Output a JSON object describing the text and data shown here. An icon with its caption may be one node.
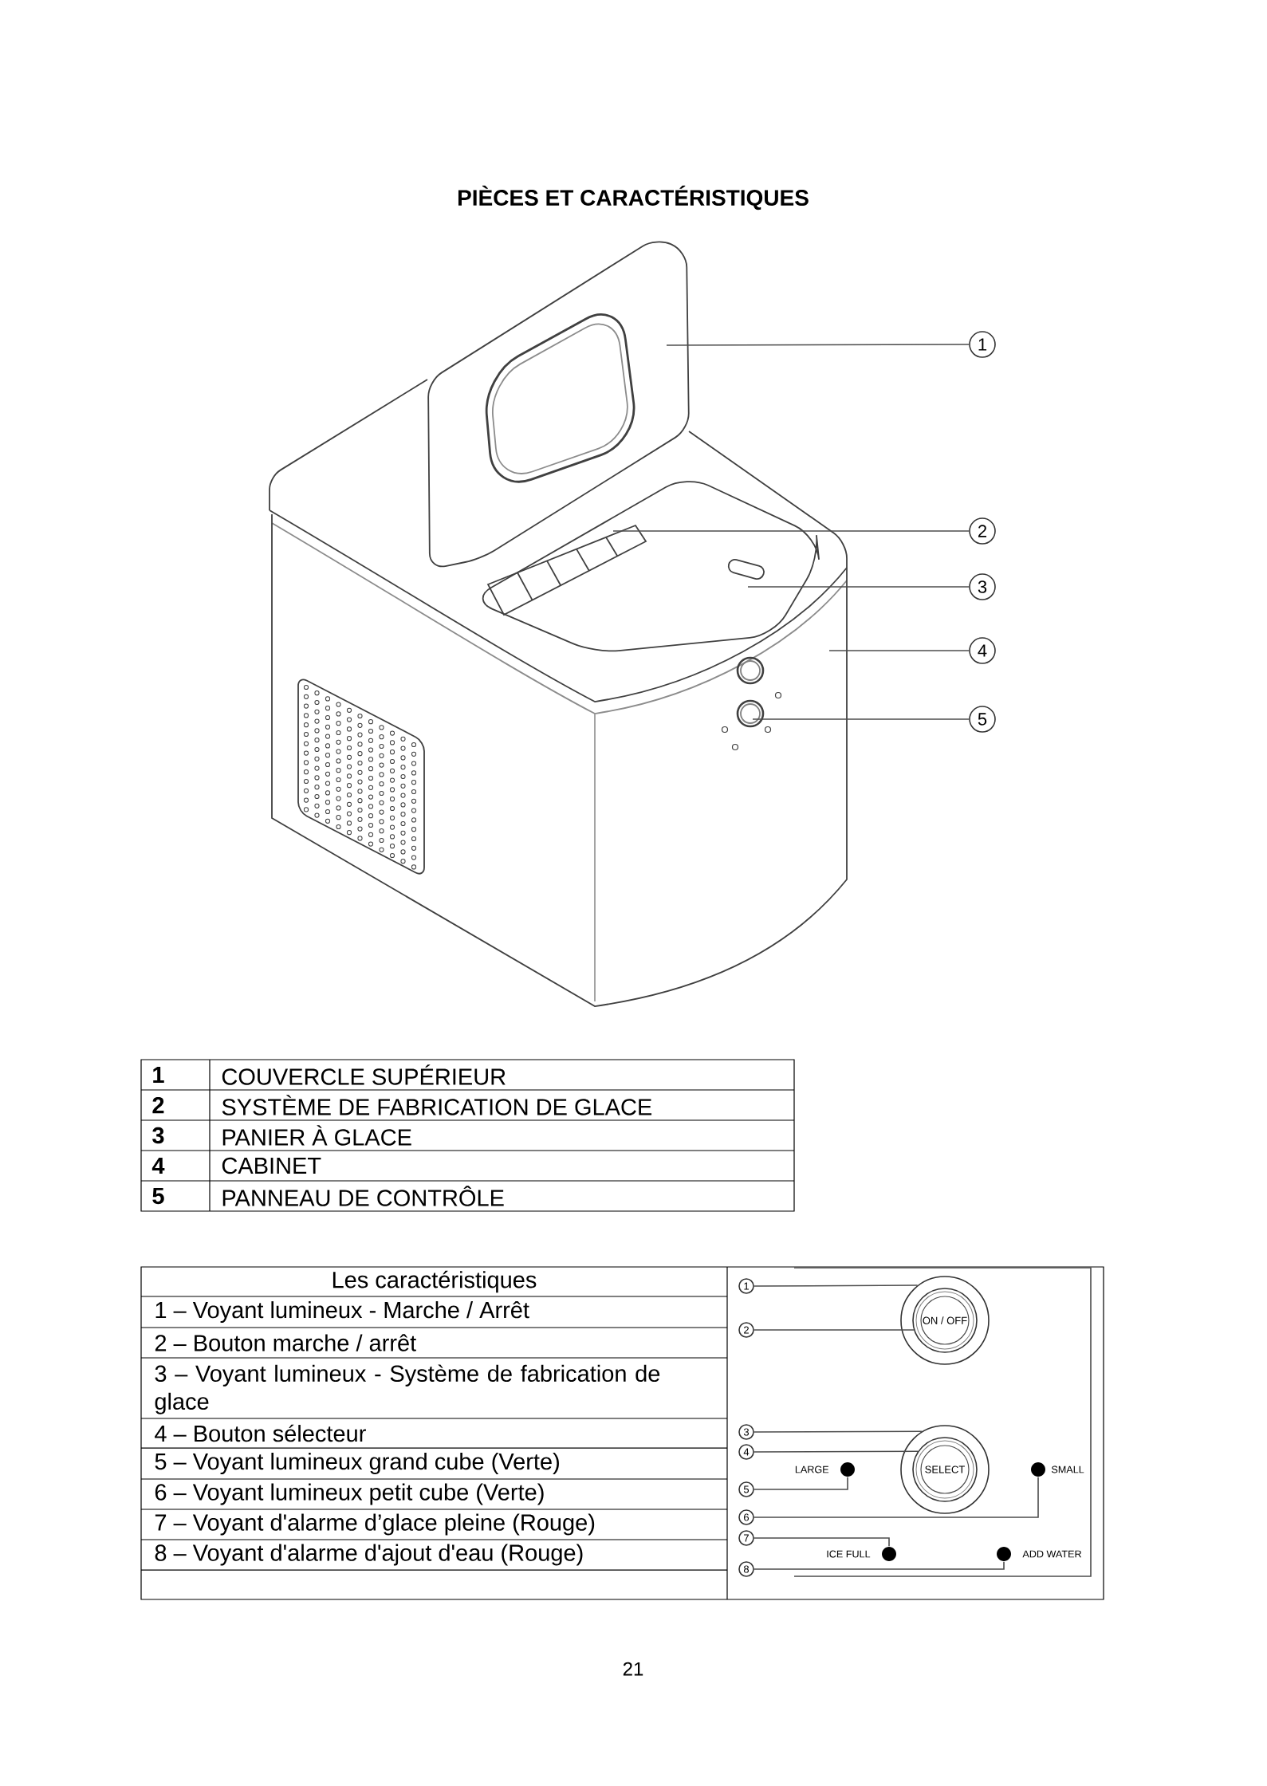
{
  "diagram": {
    "title": "PIÈCES ET CARACTÉRISTIQUES",
    "nodes": [
      {
        "text": [
          "1"
        ]
      },
      {
        "text": [
          "2"
        ]
      },
      {
        "text": [
          "3"
        ]
      },
      {
        "text": [
          "4"
        ]
      },
      {
        "text": [
          "5"
        ]
      },
      {
        "text": [
          "1"
        ]
      },
      {
        "text": [
          "2"
        ]
      },
      {
        "text": [
          "3"
        ]
      },
      {
        "text": [
          "4"
        ]
      },
      {
        "text": [
          "5"
        ]
      },
      {
        "text": [
          "6"
        ]
      },
      {
        "text": [
          "7"
        ]
      },
      {
        "text": [
          "8"
        ]
      },
      {
        "text": [],
        "shape": "circle"
      },
      {
        "text": [
          "ON / OFF"
        ],
        "in": 13
      },
      {
        "text": [],
        "shape": "circle"
      },
      {
        "text": [
          "SELECT"
        ],
        "in": 15
      },
      {
        "text": [],
        "shape": "circle",
        "beside": [
          "LARGE"
        ]
      },
      {
        "text": [],
        "shape": "circle",
        "beside": [
          "SMALL"
        ]
      },
      {
        "text": [],
        "shape": "circle",
        "beside": [
          "ICE FULL"
        ]
      },
      {
        "text": [],
        "shape": "circle",
        "beside": [
          "ADD WATER"
        ]
      }
    ],
    "edges": [
      {
        "from": 0,
        "to": null,
        "arrow": "none"
      },
      {
        "from": 1,
        "to": null,
        "arrow": "none"
      },
      {
        "from": 2,
        "to": null,
        "arrow": "none"
      },
      {
        "from": 3,
        "to": null,
        "arrow": "none"
      },
      {
        "from": 4,
        "to": null,
        "arrow": "none"
      },
      {
        "from": 5,
        "to": 13,
        "arrow": "none"
      },
      {
        "from": 6,
        "to": 14,
        "arrow": "none"
      },
      {
        "from": 7,
        "to": 15,
        "arrow": "none"
      },
      {
        "from": 8,
        "to": 16,
        "arrow": "none"
      },
      {
        "from": 9,
        "to": 17,
        "arrow": "none"
      },
      {
        "from": 10,
        "to": 18,
        "arrow": "none"
      },
      {
        "from": 11,
        "to": 19,
        "arrow": "none"
      },
      {
        "from": 12,
        "to": 20,
        "arrow": "none"
      }
    ],
    "labels": [
      "1",
      "COUVERCLE SUPÉRIEUR",
      "2",
      "SYSTÈME DE FABRICATION DE GLACE",
      "3",
      "PANIER À GLACE",
      "4",
      "CABINET",
      "5",
      "PANNEAU DE CONTRÔLE",
      "Les caractéristiques",
      "1 – Voyant lumineux - Marche / Arrêt",
      "2 – Bouton marche / arrêt",
      "3 – Voyant lumineux - Système de fabrication de glace",
      "4 – Bouton sélecteur",
      "5 – Voyant lumineux grand cube (Verte)",
      "6 – Voyant lumineux petit cube (Verte)",
      "7 – Voyant d'alarme d’glace pleine (Rouge)",
      "8 – Voyant d'alarme d'ajout d'eau (Rouge)",
      "21"
    ]
  }
}
